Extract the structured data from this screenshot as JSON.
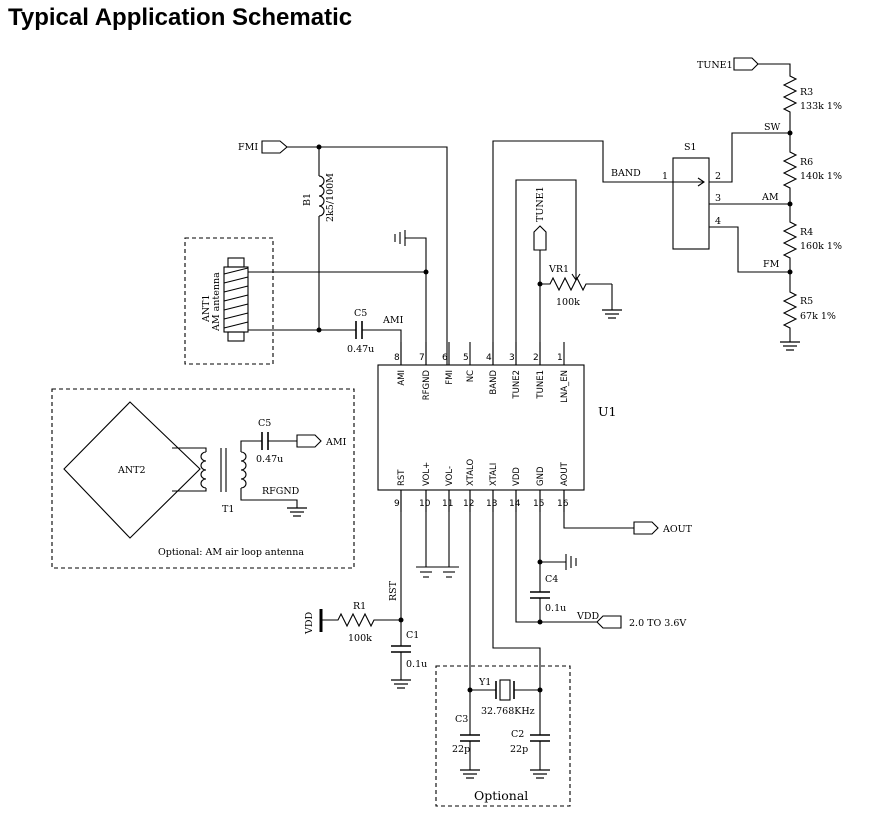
{
  "title": "Typical Application Schematic",
  "ic": {
    "ref": "U1",
    "top_pins": [
      {
        "num": "8",
        "name": "AMI"
      },
      {
        "num": "7",
        "name": "RFGND"
      },
      {
        "num": "6",
        "name": "FMI"
      },
      {
        "num": "5",
        "name": "NC"
      },
      {
        "num": "4",
        "name": "BAND"
      },
      {
        "num": "3",
        "name": "TUNE2"
      },
      {
        "num": "2",
        "name": "TUNE1"
      },
      {
        "num": "1",
        "name": "LNA_EN"
      }
    ],
    "bottom_pins": [
      {
        "num": "9",
        "name": "RST"
      },
      {
        "num": "10",
        "name": "VOL+"
      },
      {
        "num": "11",
        "name": "VOL-"
      },
      {
        "num": "12",
        "name": "XTALO"
      },
      {
        "num": "13",
        "name": "XTALI"
      },
      {
        "num": "14",
        "name": "VDD"
      },
      {
        "num": "15",
        "name": "GND"
      },
      {
        "num": "16",
        "name": "AOUT"
      }
    ]
  },
  "ports": {
    "tune1_top": "TUNE1",
    "fmi": "FMI",
    "tune1_vr": "TUNE1",
    "ami_loop": "AMI",
    "aout": "AOUT",
    "vdd_supply": "VDD",
    "vdd_range": "2.0 TO 3.6V",
    "vdd_left": "VDD"
  },
  "components": {
    "r3": {
      "ref": "R3",
      "value": "133k 1%"
    },
    "r6": {
      "ref": "R6",
      "value": "140k 1%"
    },
    "r4": {
      "ref": "R4",
      "value": "160k 1%"
    },
    "r5": {
      "ref": "R5",
      "value": "67k 1%"
    },
    "s1": {
      "ref": "S1",
      "pin1": "1",
      "pin2": "2",
      "pin3": "3",
      "pin4": "4"
    },
    "b1": {
      "ref": "B1",
      "value": "2k5/100M"
    },
    "vr1": {
      "ref": "VR1",
      "value": "100k"
    },
    "ant1": {
      "ref": "ANT1",
      "value": "AM antenna"
    },
    "c5": {
      "ref": "C5",
      "value": "0.47u",
      "net": "AMI"
    },
    "c5_loop": {
      "ref": "C5",
      "value": "0.47u"
    },
    "ant2": {
      "ref": "ANT2"
    },
    "t1": {
      "ref": "T1"
    },
    "r1": {
      "ref": "R1",
      "value": "100k"
    },
    "c1": {
      "ref": "C1",
      "value": "0.1u"
    },
    "c4": {
      "ref": "C4",
      "value": "0.1u"
    },
    "y1": {
      "ref": "Y1",
      "value": "32.768KHz"
    },
    "c3": {
      "ref": "C3",
      "value": "22p"
    },
    "c2": {
      "ref": "C2",
      "value": "22p"
    }
  },
  "nets": {
    "sw": "SW",
    "am": "AM",
    "fm": "FM",
    "band": "BAND",
    "rfgnd_loop": "RFGND",
    "rst": "RST"
  },
  "notes": {
    "loop_optional": "Optional: AM air loop antenna",
    "xtal_optional": "Optional"
  }
}
